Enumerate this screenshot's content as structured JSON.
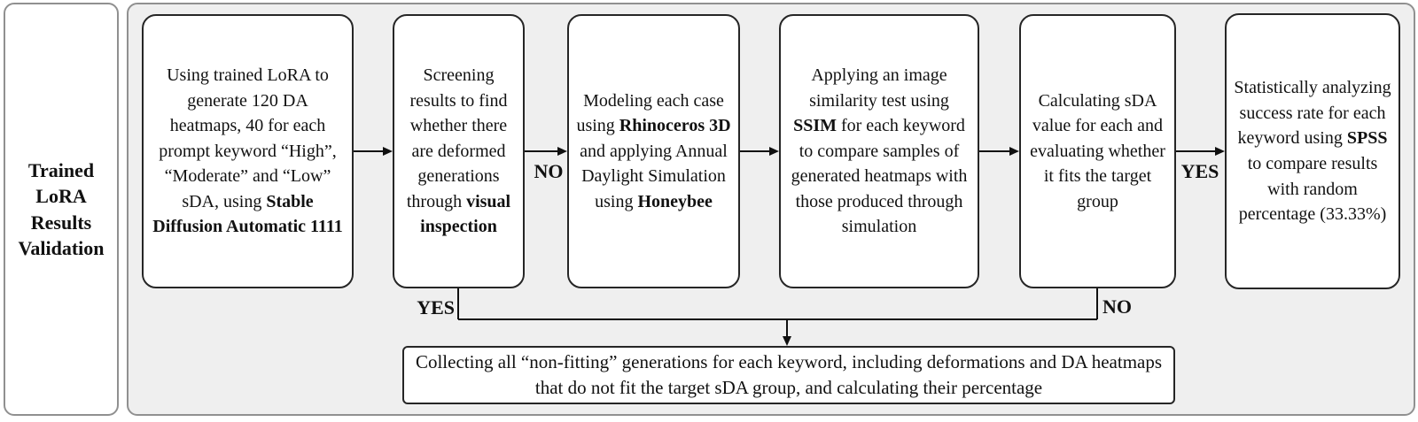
{
  "colors": {
    "page-bg": "#ffffff",
    "panel-bg": "#efefef",
    "outer-border": "#909090",
    "box-border": "#262626",
    "box-bg": "#ffffff",
    "line": "#101010",
    "text": "#111111"
  },
  "sidebar": {
    "title": "Trained LoRA Results Validation"
  },
  "flow": {
    "boxes": [
      {
        "id": "generate-heatmaps",
        "segments": [
          {
            "t": "Using trained LoRA to generate 120 DA heatmaps, 40 for each prompt keyword “High”, “Moderate” and “Low” sDA, using "
          },
          {
            "t": "Stable Diffusion Automatic 1111",
            "b": true
          }
        ]
      },
      {
        "id": "visual-screening",
        "segments": [
          {
            "t": "Screening results to find whether there are deformed generations through "
          },
          {
            "t": "visual inspection",
            "b": true
          }
        ]
      },
      {
        "id": "modeling-simulation",
        "segments": [
          {
            "t": "Modeling each case using "
          },
          {
            "t": "Rhinoceros 3D",
            "b": true
          },
          {
            "t": " and applying Annual Daylight Simulation using "
          },
          {
            "t": "Honeybee",
            "b": true
          }
        ]
      },
      {
        "id": "ssim-similarity-test",
        "segments": [
          {
            "t": "Applying an image similarity test using "
          },
          {
            "t": "SSIM",
            "b": true
          },
          {
            "t": " for each keyword to compare samples of generated heatmaps with those produced through simulation"
          }
        ]
      },
      {
        "id": "sda-evaluation",
        "segments": [
          {
            "t": "Calculating sDA value for each and evaluating whether it fits the target group"
          }
        ]
      },
      {
        "id": "spss-analysis",
        "segments": [
          {
            "t": "Statistically analyzing success rate for each keyword using "
          },
          {
            "t": "SPSS",
            "b": true
          },
          {
            "t": " to compare results with random percentage (33.33%)"
          }
        ]
      }
    ],
    "edge_labels": {
      "no_after_screening": "NO",
      "yes_after_screening": "YES",
      "no_after_evaluation": "NO",
      "yes_after_evaluation": "YES"
    },
    "collect_text": "Collecting all “non-fitting” generations for each keyword, including deformations and DA heatmaps that do not fit the target sDA group, and calculating their percentage"
  }
}
